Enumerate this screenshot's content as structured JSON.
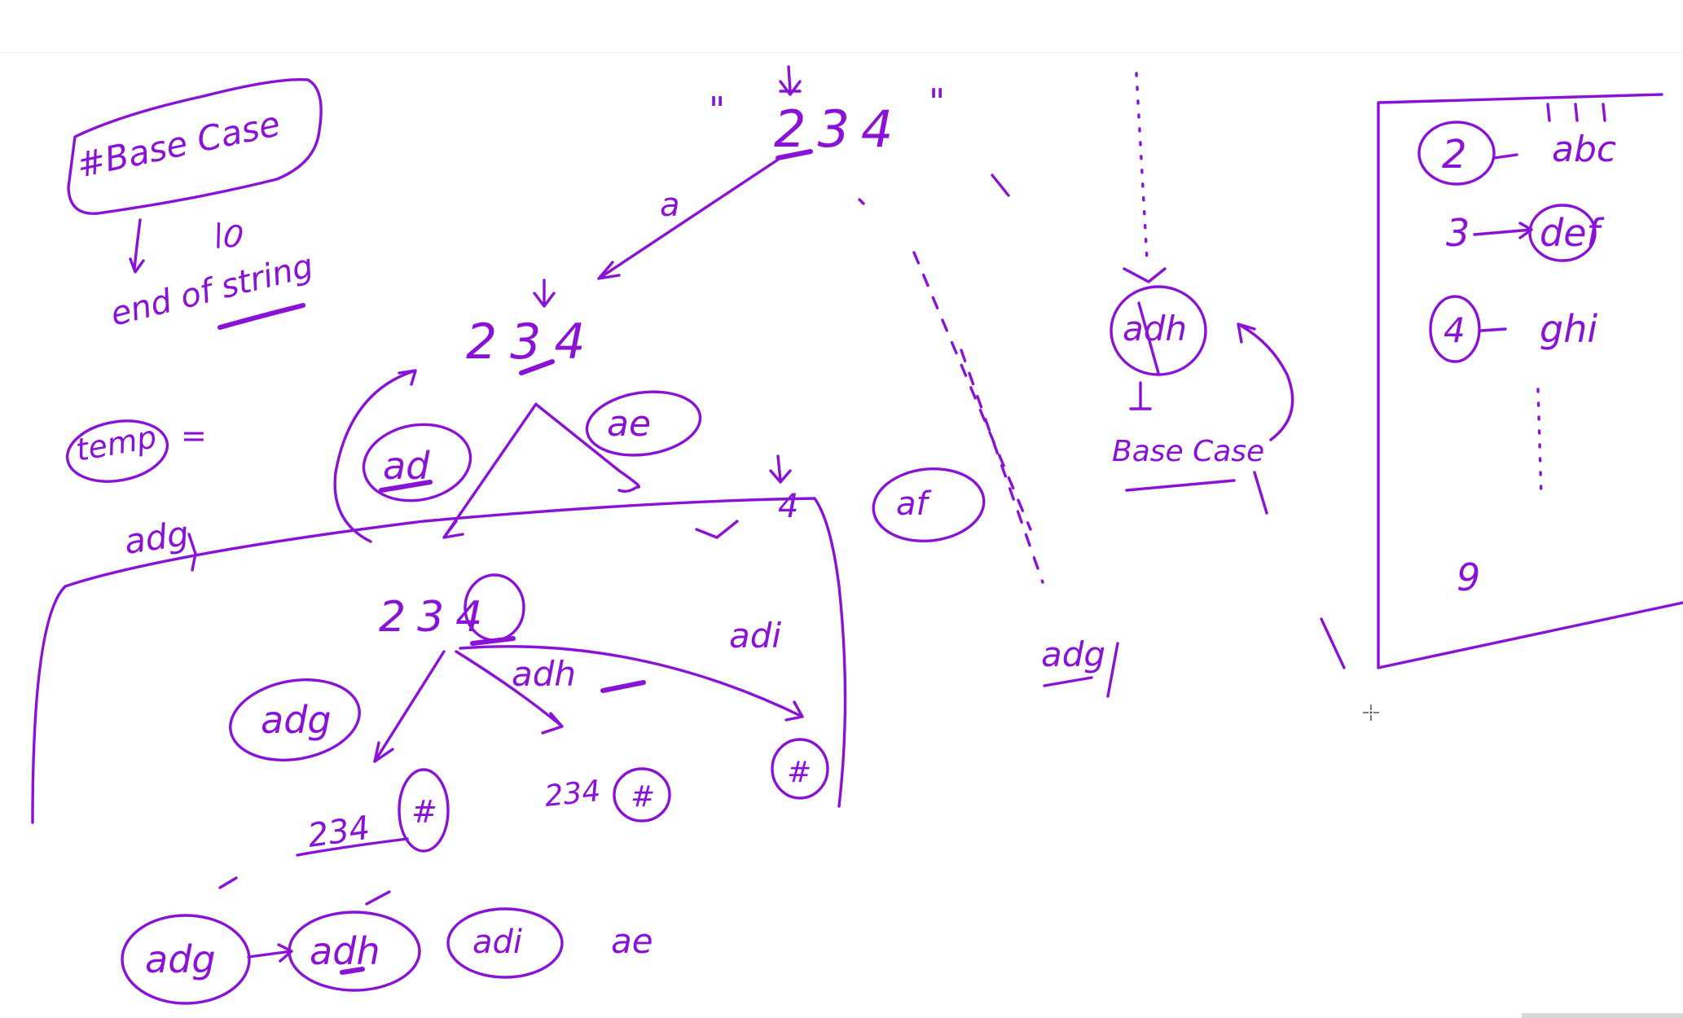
{
  "notes": {
    "base_case_box": "#Base Case",
    "end_of_string": "end of string",
    "temp_label": "temp",
    "temp_eq": "=",
    "temp_value": "adg",
    "top_input": "234",
    "top_quote_open": "\"",
    "top_quote_close": "\"",
    "edge_a": "a",
    "level1_input": "234",
    "level1_left_circle": "ad",
    "level1_right_circle": "ae",
    "level1_third_circle": "af",
    "level2_input": "234",
    "level2_edge_mid": "adh",
    "level2_edge_right": "adi",
    "level2_left_circle": "adg",
    "level3_left": "234",
    "level3_mid": "234",
    "hash_mark": "#",
    "right_circle": "adh",
    "right_base_case": "Base Case",
    "right_adg": "adg",
    "results": [
      "adg",
      "adh",
      "adi",
      "ae"
    ],
    "mapping": [
      {
        "digit": "2",
        "letters": "abc"
      },
      {
        "digit": "3",
        "letters": "def"
      },
      {
        "digit": "4",
        "letters": "ghi"
      },
      {
        "digit": "9",
        "letters": ""
      }
    ]
  },
  "ink_color": "#8a12d6"
}
